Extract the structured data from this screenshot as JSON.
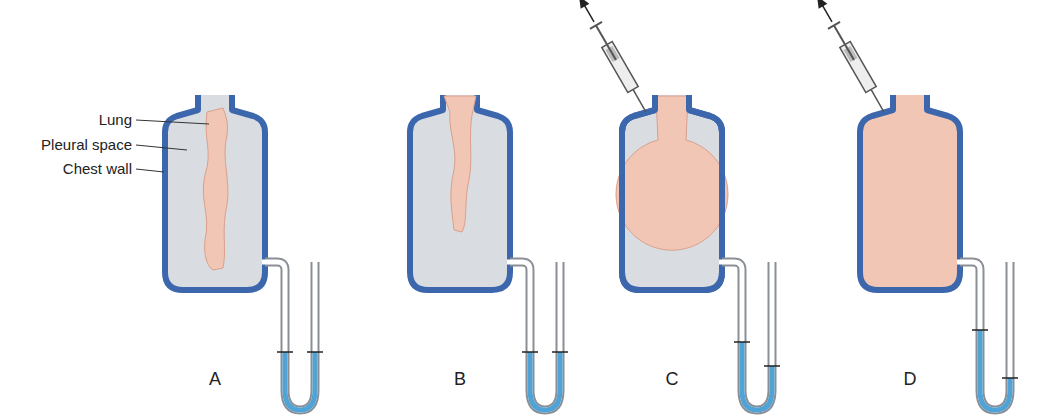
{
  "diagram": {
    "labels": [
      "Lung",
      "Pleural space",
      "Chest wall",
      "A",
      "B",
      "C",
      "D"
    ]
  }
}
